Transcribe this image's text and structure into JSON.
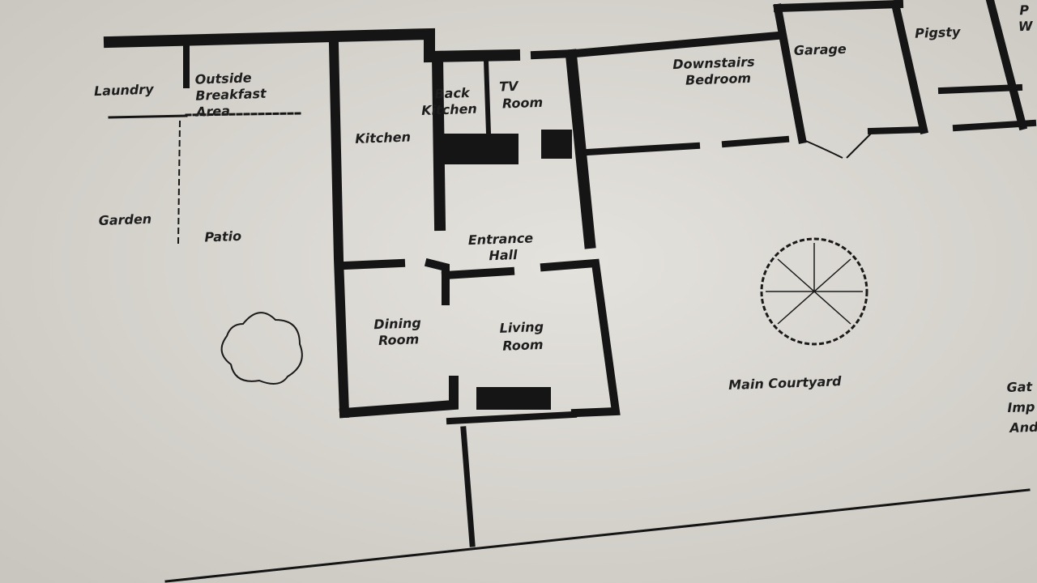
{
  "plan": {
    "rooms": {
      "laundry": "Laundry",
      "outside_breakfast_1": "Outside",
      "outside_breakfast_2": "Breakfast",
      "outside_breakfast_3": "Area",
      "kitchen": "Kitchen",
      "back_kitchen_1": "Back",
      "back_kitchen_2": "Kitchen",
      "tv_room_1": "TV",
      "tv_room_2": "Room",
      "downstairs_bedroom_1": "Downstairs",
      "downstairs_bedroom_2": "Bedroom",
      "garage": "Garage",
      "pigsty": "Pigsty",
      "garden": "Garden",
      "patio": "Patio",
      "entrance_hall_1": "Entrance",
      "entrance_hall_2": "Hall",
      "dining_room_1": "Dining",
      "dining_room_2": "Room",
      "living_room_1": "Living",
      "living_room_2": "Room",
      "main_courtyard": "Main Courtyard",
      "gate_1": "Gat",
      "gate_2": "Imp",
      "gate_3": "And",
      "edge_1": "P",
      "edge_2": "W"
    },
    "colors": {
      "paper": "#d9d6d0",
      "ink": "#151515"
    }
  }
}
